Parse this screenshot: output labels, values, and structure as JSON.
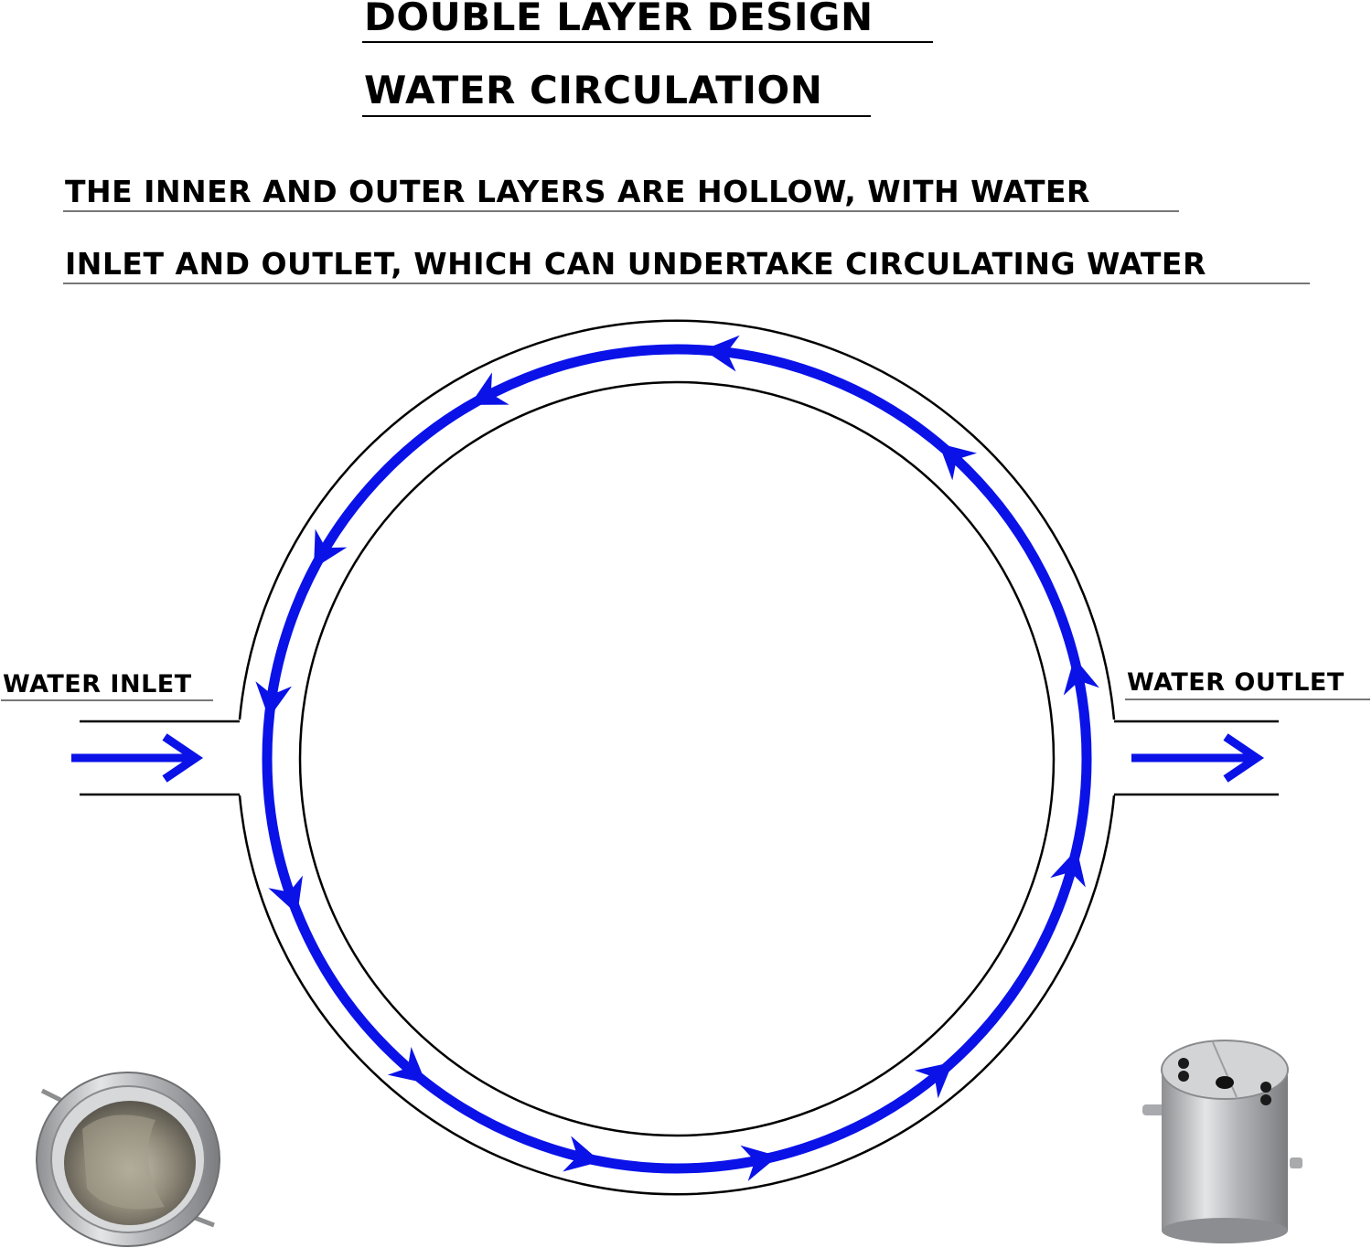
{
  "headings": {
    "title_line1": "DOUBLE LAYER DESIGN",
    "title_line2": "WATER CIRCULATION",
    "subtitle_line1": "THE INNER AND OUTER LAYERS ARE HOLLOW, WITH WATER",
    "subtitle_line2": "INLET AND OUTLET, WHICH CAN UNDERTAKE CIRCULATING WATER"
  },
  "labels": {
    "inlet": "WATER INLET",
    "outlet": "WATER OUTLET"
  },
  "colors": {
    "flow": "#0a12e8",
    "wall": "#000000",
    "background": "#ffffff",
    "steel": "#b9babc"
  }
}
